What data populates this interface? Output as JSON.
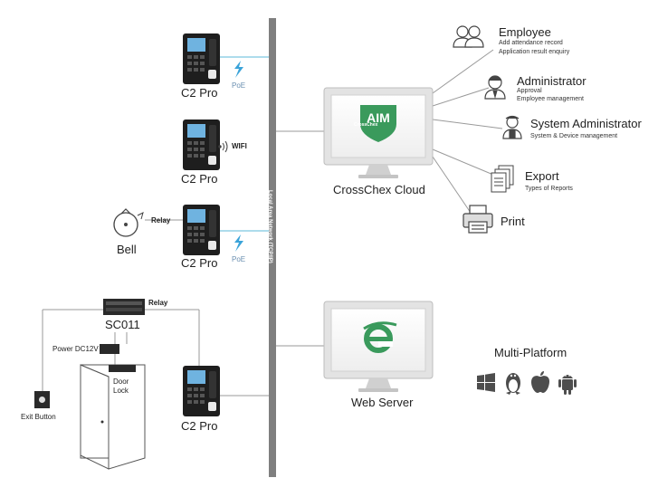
{
  "devices": [
    {
      "label": "C2 Pro"
    },
    {
      "label": "C2 Pro"
    },
    {
      "label": "C2 Pro"
    },
    {
      "label": "C2 Pro"
    }
  ],
  "connections": {
    "poe": "PoE",
    "wifi": "WIFI",
    "relay": "Relay"
  },
  "bell": {
    "label": "Bell"
  },
  "controller": {
    "label": "SC011"
  },
  "power": {
    "label": "Power DC12V"
  },
  "door_lock": {
    "label_line1": "Door",
    "label_line2": "Lock"
  },
  "exit_button": {
    "label": "Exit Button"
  },
  "network": {
    "label": "Local Area Network (TCP/IP)"
  },
  "cloud": {
    "label": "CrossChex Cloud",
    "logo_text": "CrossChex"
  },
  "web_server": {
    "label": "Web Server"
  },
  "roles": [
    {
      "title": "Employee",
      "lines": [
        "Add attendance record",
        "Application result enquiry"
      ],
      "icon": "people-icon"
    },
    {
      "title": "Administrator",
      "lines": [
        "Approval",
        "Employee management"
      ],
      "icon": "admin-icon"
    },
    {
      "title": "System Administrator",
      "lines": [
        "System & Device management"
      ],
      "icon": "sysadmin-icon"
    },
    {
      "title": "Export",
      "lines": [
        "Types of Reports"
      ],
      "icon": "documents-icon"
    },
    {
      "title": "Print",
      "lines": [],
      "icon": "printer-icon"
    }
  ],
  "platforms": {
    "title": "Multi-Platform",
    "items": [
      "windows-icon",
      "linux-icon",
      "apple-icon",
      "android-icon"
    ]
  },
  "colors": {
    "line": "#5bb8d8",
    "bus": "#7f7f7f",
    "wire": "#999999",
    "accent": "#3a9a5c",
    "poe_bolt": "#3aa3d9"
  }
}
